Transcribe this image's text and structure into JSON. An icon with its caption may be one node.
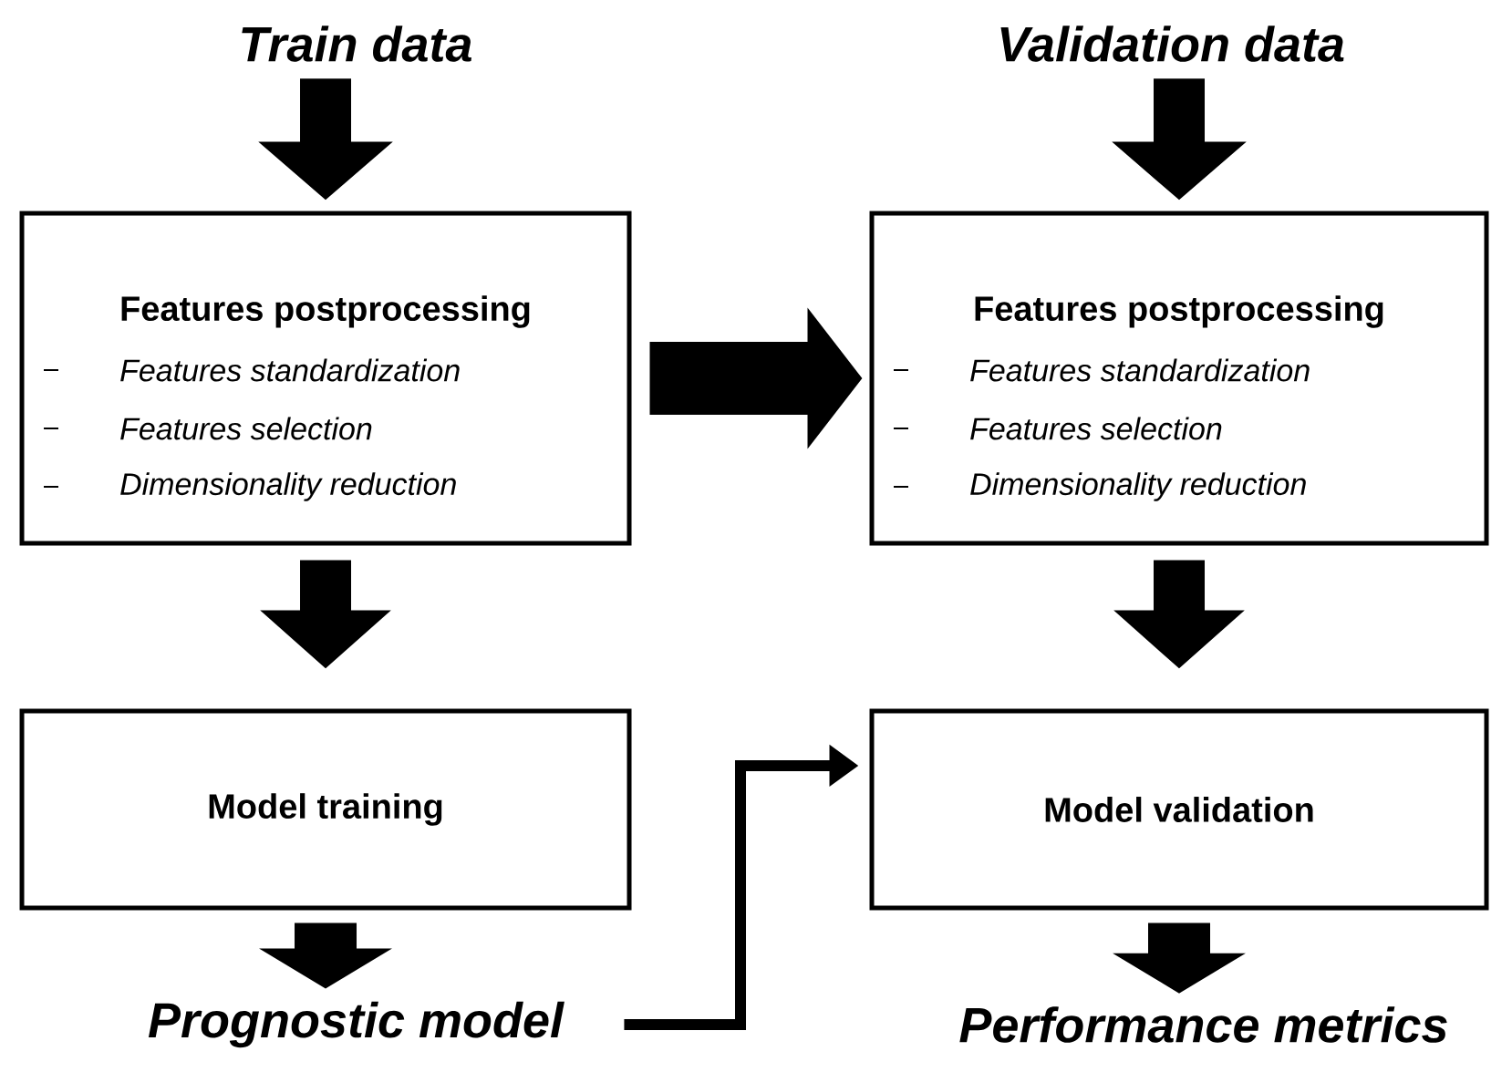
{
  "diagram": {
    "nodes": [
      {
        "text": [
          "Train data"
        ]
      },
      {
        "text": [
          "Features postprocessing",
          "Features standardization",
          "Features selection",
          "Dimensionality reduction"
        ]
      },
      {
        "text": [
          "Model training"
        ]
      },
      {
        "text": [
          "Prognostic model"
        ]
      },
      {
        "text": [
          "Validation data"
        ]
      },
      {
        "text": [
          "Features postprocessing",
          "Features standardization",
          "Features selection",
          "Dimensionality reduction"
        ]
      },
      {
        "text": [
          "Model validation"
        ]
      },
      {
        "text": [
          "Performance metrics"
        ]
      }
    ],
    "edges": [
      {
        "from": 0,
        "to": 1,
        "arrow": "to"
      },
      {
        "from": 1,
        "to": 2,
        "arrow": "to"
      },
      {
        "from": 2,
        "to": 3,
        "arrow": "to"
      },
      {
        "from": 4,
        "to": 5,
        "arrow": "to"
      },
      {
        "from": 5,
        "to": 6,
        "arrow": "to"
      },
      {
        "from": 6,
        "to": 7,
        "arrow": "to"
      },
      {
        "from": 1,
        "to": 5,
        "arrow": "to"
      },
      {
        "from": 3,
        "to": 6,
        "arrow": "to"
      }
    ]
  }
}
